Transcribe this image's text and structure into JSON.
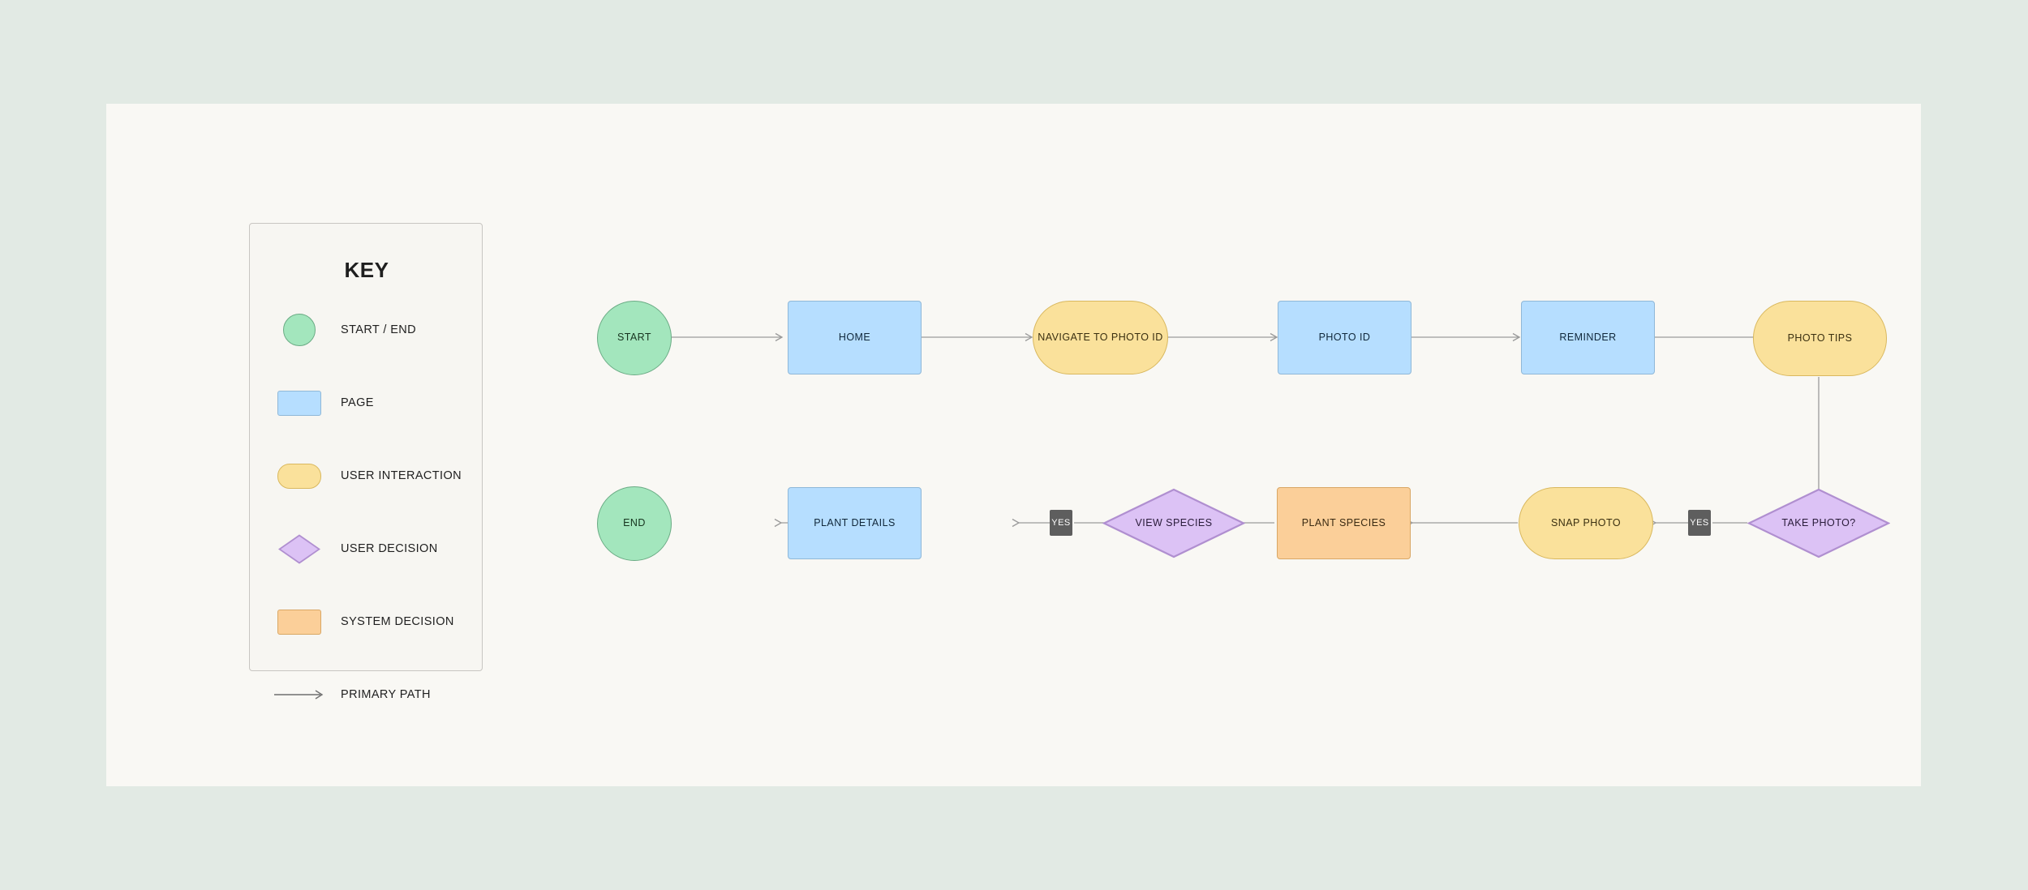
{
  "canvas": {
    "background_color": "#f9f8f4",
    "outer_background_color": "#e2eae4"
  },
  "legend": {
    "title": "KEY",
    "items": [
      {
        "shape": "circle",
        "label": "START / END",
        "fill": "#a3e6bd",
        "stroke": "#6aab84"
      },
      {
        "shape": "rect",
        "label": "PAGE",
        "fill": "#b6deff",
        "stroke": "#8fb8d8"
      },
      {
        "shape": "rounded",
        "label": "USER INTERACTION",
        "fill": "#fae19b",
        "stroke": "#d9b85e"
      },
      {
        "shape": "diamond",
        "label": "USER DECISION",
        "fill": "#dcc2f5",
        "stroke": "#b08fd0"
      },
      {
        "shape": "rect",
        "label": "SYSTEM DECISION",
        "fill": "#fbcf99",
        "stroke": "#d9a765"
      },
      {
        "shape": "arrow",
        "label": "PRIMARY PATH",
        "fill": "#8a8a8a",
        "stroke": "#8a8a8a"
      }
    ]
  },
  "flow": {
    "nodes": [
      {
        "id": "start",
        "label": "START",
        "type": "start-end",
        "row": "top"
      },
      {
        "id": "home",
        "label": "HOME",
        "type": "page",
        "row": "top"
      },
      {
        "id": "navigate",
        "label": "NAVIGATE TO PHOTO ID",
        "type": "user-interaction",
        "row": "top"
      },
      {
        "id": "photo-id",
        "label": "PHOTO ID",
        "type": "page",
        "row": "top"
      },
      {
        "id": "reminder",
        "label": "REMINDER",
        "type": "page",
        "row": "top"
      },
      {
        "id": "photo-tips",
        "label": "PHOTO TIPS",
        "type": "user-interaction",
        "row": "top"
      },
      {
        "id": "take-photo",
        "label": "TAKE PHOTO?",
        "type": "user-decision",
        "row": "bottom"
      },
      {
        "id": "snap-photo",
        "label": "SNAP PHOTO",
        "type": "user-interaction",
        "row": "bottom"
      },
      {
        "id": "plant-species",
        "label": "PLANT SPECIES",
        "type": "system-decision",
        "row": "bottom"
      },
      {
        "id": "view-species",
        "label": "VIEW SPECIES",
        "type": "user-decision",
        "row": "bottom"
      },
      {
        "id": "plant-details",
        "label": "PLANT DETAILS",
        "type": "page",
        "row": "bottom"
      },
      {
        "id": "end",
        "label": "END",
        "type": "start-end",
        "row": "bottom"
      }
    ],
    "edges": [
      {
        "from": "start",
        "to": "home",
        "label": ""
      },
      {
        "from": "home",
        "to": "navigate",
        "label": ""
      },
      {
        "from": "navigate",
        "to": "photo-id",
        "label": ""
      },
      {
        "from": "photo-id",
        "to": "reminder",
        "label": ""
      },
      {
        "from": "reminder",
        "to": "photo-tips",
        "label": ""
      },
      {
        "from": "photo-tips",
        "to": "take-photo",
        "label": ""
      },
      {
        "from": "take-photo",
        "to": "snap-photo",
        "label": "YES"
      },
      {
        "from": "snap-photo",
        "to": "plant-species",
        "label": ""
      },
      {
        "from": "plant-species",
        "to": "view-species",
        "label": ""
      },
      {
        "from": "view-species",
        "to": "plant-details",
        "label": "YES"
      },
      {
        "from": "plant-details",
        "to": "end",
        "label": ""
      }
    ],
    "edge_badges": [
      {
        "label": "YES"
      },
      {
        "label": "YES"
      }
    ]
  }
}
